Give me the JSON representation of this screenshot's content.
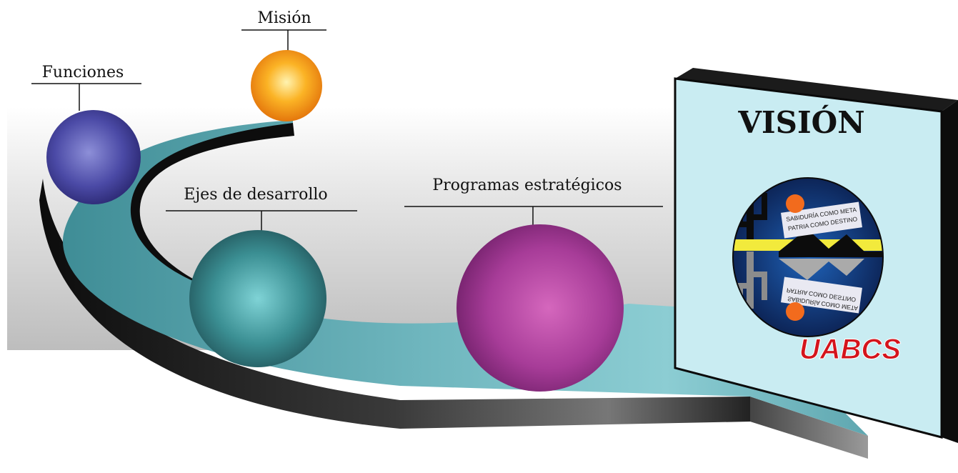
{
  "labels": {
    "mision": "Misión",
    "funciones": "Funciones",
    "ejes": "Ejes de desarrollo",
    "programas": "Programas estratégicos"
  },
  "vision": {
    "title": "VISIÓN"
  },
  "logo": {
    "top_line1": "SABIDURÍA COMO META",
    "top_line2": "PATRIA COMO DESTINO",
    "bottom_line1": "PATRIA COMO DESTINO",
    "bottom_line2": "SABIDURÍA COMO META",
    "wordmark": "UABCS"
  },
  "colors": {
    "road_top": "#6fb3bb",
    "road_side": "#1a1a1a",
    "sphere_funciones": "#4a4aa8",
    "sphere_mision": "#f7a21b",
    "sphere_ejes": "#3f9a9e",
    "sphere_programas": "#b0419c",
    "board_face": "#c9ecf2"
  }
}
